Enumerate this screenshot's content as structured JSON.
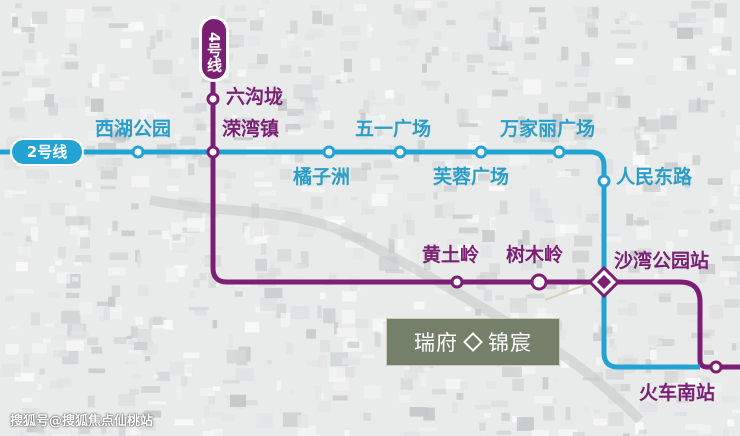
{
  "lines": {
    "line4": {
      "label": "4号线",
      "color": "#7a1f74"
    },
    "line2": {
      "label": "2号线",
      "color": "#22a3d4"
    }
  },
  "stations": {
    "liugoulong": "六沟垅",
    "luwanzhen": "溁湾镇",
    "xihu_park": "西湖公园",
    "juzizhou": "橘子洲",
    "wuyi_square": "五一广场",
    "furong_square": "芙蓉广场",
    "wanjiali_square": "万家丽广场",
    "renmin_east_road": "人民东路",
    "huangtuling": "黄土岭",
    "shumuling": "树木岭",
    "shawan_park": "沙湾公园站",
    "railway_south": "火车南站"
  },
  "project": {
    "name_left": "瑞府",
    "name_right": "锦宸"
  },
  "watermark": "搜狐号@搜狐焦点仙桃站"
}
